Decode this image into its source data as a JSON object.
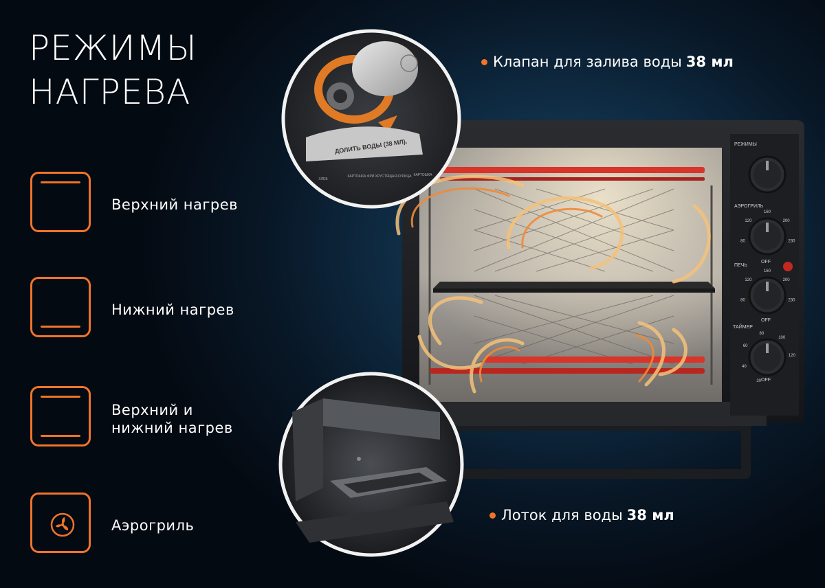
{
  "title": {
    "line1": "РЕЖИМЫ",
    "line2": "НАГРЕВА"
  },
  "modes": [
    {
      "label": "Верхний нагрев",
      "icon": "top-heat-icon"
    },
    {
      "label": "Нижний нагрев",
      "icon": "bottom-heat-icon"
    },
    {
      "label_line1": "Верхний и",
      "label_line2": "нижний нагрев",
      "icon": "top-bottom-heat-icon"
    },
    {
      "label": "Аэрогриль",
      "icon": "fan-icon"
    }
  ],
  "callouts": {
    "valve": {
      "text": "Клапан для залива воды",
      "value": "38 мл"
    },
    "tray": {
      "text": "Лоток для воды",
      "value": "38 мл"
    }
  },
  "oven_panel": {
    "modes_label": "РЕЖИМЫ",
    "aerogrill_label": "АЭРОГРИЛЬ",
    "oven_label": "ПЕЧЬ",
    "timer_label": "ТАЙМЕР",
    "off": "OFF",
    "temp_ticks": [
      "80",
      "120",
      "160",
      "200",
      "230"
    ],
    "timer_ticks": [
      "20",
      "40",
      "60",
      "80",
      "100",
      "120"
    ]
  },
  "valve_sticker": {
    "heading": "ДОЛИТЬ ВОДЫ (38 МЛ).",
    "items": [
      "ХЛЕБ",
      "КАРТОШКА ФРИ",
      "ХРУСТЯЩАЯ КУРИЦА",
      "КАРТОШКА"
    ]
  },
  "colors": {
    "accent": "#f0742a",
    "background": "#081726"
  }
}
